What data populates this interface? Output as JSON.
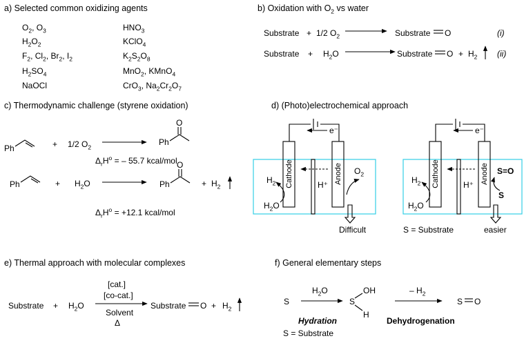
{
  "panel_a": {
    "title": "a) Selected common oxidizing agents",
    "left": [
      {
        "parts": [
          [
            "O",
            "n"
          ],
          [
            "2",
            "sub"
          ],
          [
            ", O",
            "n"
          ],
          [
            "3",
            "sub"
          ]
        ]
      },
      {
        "parts": [
          [
            "H",
            "n"
          ],
          [
            "2",
            "sub"
          ],
          [
            "O",
            "n"
          ],
          [
            "2",
            "sub"
          ]
        ]
      },
      {
        "parts": [
          [
            "F",
            "n"
          ],
          [
            "2",
            "sub"
          ],
          [
            ", Cl",
            "n"
          ],
          [
            "2",
            "sub"
          ],
          [
            ", Br",
            "n"
          ],
          [
            "2",
            "sub"
          ],
          [
            ", I",
            "n"
          ],
          [
            "2",
            "sub"
          ]
        ]
      },
      {
        "parts": [
          [
            "H",
            "n"
          ],
          [
            "2",
            "sub"
          ],
          [
            "SO",
            "n"
          ],
          [
            "4",
            "sub"
          ]
        ]
      },
      {
        "parts": [
          [
            "NaOCl",
            "n"
          ]
        ]
      }
    ],
    "right": [
      {
        "parts": [
          [
            "HNO",
            "n"
          ],
          [
            "3",
            "sub"
          ]
        ]
      },
      {
        "parts": [
          [
            "KClO",
            "n"
          ],
          [
            "4",
            "sub"
          ]
        ]
      },
      {
        "parts": [
          [
            "K",
            "n"
          ],
          [
            "2",
            "sub"
          ],
          [
            "S",
            "n"
          ],
          [
            "2",
            "sub"
          ],
          [
            "O",
            "n"
          ],
          [
            "8",
            "sub"
          ]
        ]
      },
      {
        "parts": [
          [
            "MnO",
            "n"
          ],
          [
            "2",
            "sub"
          ],
          [
            ", KMnO",
            "n"
          ],
          [
            "4",
            "sub"
          ]
        ]
      },
      {
        "parts": [
          [
            "CrO",
            "n"
          ],
          [
            "3",
            "sub"
          ],
          [
            ", Na",
            "n"
          ],
          [
            "2",
            "sub"
          ],
          [
            "Cr",
            "n"
          ],
          [
            "2",
            "sub"
          ],
          [
            "O",
            "n"
          ],
          [
            "7",
            "sub"
          ]
        ]
      }
    ]
  },
  "panel_b": {
    "title_parts": [
      [
        "b) Oxidation with O",
        "n"
      ],
      [
        "2",
        "sub"
      ],
      [
        " vs water",
        "n"
      ]
    ],
    "r1": {
      "substrate": "Substrate",
      "plus": "+",
      "reagent_parts": [
        [
          "1/2 O",
          "n"
        ],
        [
          "2",
          "sub"
        ]
      ],
      "product": "Substrate",
      "product_suffix": "O",
      "label": "(i)"
    },
    "r2": {
      "substrate": "Substrate",
      "plus": "+",
      "reagent_parts": [
        [
          "H",
          "n"
        ],
        [
          "2",
          "sub"
        ],
        [
          "O",
          "n"
        ]
      ],
      "product": "Substrate",
      "product_suffix": "O",
      "plus2": "+",
      "h2_parts": [
        [
          "H",
          "n"
        ],
        [
          "2",
          "sub"
        ]
      ],
      "label": "(ii)"
    }
  },
  "panel_c": {
    "title": "c) Thermodynamic challenge (styrene oxidation)",
    "r1": {
      "ph": "Ph",
      "plus": "+",
      "reagent_parts": [
        [
          "1/2 O",
          "n"
        ],
        [
          "2",
          "sub"
        ]
      ],
      "prod_o": "O",
      "prod_ph": "Ph",
      "dh_parts": [
        [
          "Δ",
          "n"
        ],
        [
          "r",
          "sub"
        ],
        [
          "H",
          "n"
        ],
        [
          "o",
          "sup"
        ],
        [
          " = – 55.7 kcal/mol",
          "n"
        ]
      ]
    },
    "r2": {
      "ph": "Ph",
      "plus": "+",
      "reagent_parts": [
        [
          "H",
          "n"
        ],
        [
          "2",
          "sub"
        ],
        [
          "O",
          "n"
        ]
      ],
      "prod_o": "O",
      "prod_ph": "Ph",
      "plus2": "+",
      "h2_parts": [
        [
          "H",
          "n"
        ],
        [
          "2",
          "sub"
        ]
      ],
      "dh_parts": [
        [
          "Δ",
          "n"
        ],
        [
          "r",
          "sub"
        ],
        [
          "H",
          "n"
        ],
        [
          "o",
          "sup"
        ],
        [
          " = +12.1 kcal/mol",
          "n"
        ]
      ]
    }
  },
  "panel_d": {
    "title": "d) (Photo)electrochemical approach",
    "cell1": {
      "electron": "e⁻",
      "cathode": "Cathode",
      "anode": "Anode",
      "h2_parts": [
        [
          "H",
          "n"
        ],
        [
          "2",
          "sub"
        ]
      ],
      "h2o_parts": [
        [
          "H",
          "n"
        ],
        [
          "2",
          "sub"
        ],
        [
          "O",
          "n"
        ]
      ],
      "hplus": "H⁺",
      "o2_parts": [
        [
          "O",
          "n"
        ],
        [
          "2",
          "sub"
        ]
      ],
      "outcome": "Difficult"
    },
    "cell2": {
      "electron": "e⁻",
      "cathode": "Cathode",
      "anode": "Anode",
      "h2_parts": [
        [
          "H",
          "n"
        ],
        [
          "2",
          "sub"
        ]
      ],
      "h2o_parts": [
        [
          "H",
          "n"
        ],
        [
          "2",
          "sub"
        ],
        [
          "O",
          "n"
        ]
      ],
      "hplus": "H⁺",
      "so": "S=O",
      "s": "S",
      "legend": "S = Substrate",
      "outcome": "easier"
    },
    "accent_color": "#33cfe6"
  },
  "panel_e": {
    "title": "e) Thermal approach with molecular complexes",
    "substrate": "Substrate",
    "plus": "+",
    "reagent_parts": [
      [
        "H",
        "n"
      ],
      [
        "2",
        "sub"
      ],
      [
        "O",
        "n"
      ]
    ],
    "above1": "[cat.]",
    "above2": "[co-cat.]",
    "below1": "Solvent",
    "below2": "Δ",
    "product": "Substrate",
    "product_suffix": "O",
    "plus2": "+",
    "h2_parts": [
      [
        "H",
        "n"
      ],
      [
        "2",
        "sub"
      ]
    ]
  },
  "panel_f": {
    "title": "f) General elementary steps",
    "s_start": "S",
    "step1_reagent_parts": [
      [
        "H",
        "n"
      ],
      [
        "2",
        "sub"
      ],
      [
        "O",
        "n"
      ]
    ],
    "int_s": "S",
    "int_oh": "OH",
    "int_h": "H",
    "step2_reagent_parts": [
      [
        "– H",
        "n"
      ],
      [
        "2",
        "sub"
      ]
    ],
    "product": "S",
    "product_o": "O",
    "hydration": "Hydration",
    "dehydrogenation": "Dehydrogenation",
    "legend": "S = Substrate"
  }
}
